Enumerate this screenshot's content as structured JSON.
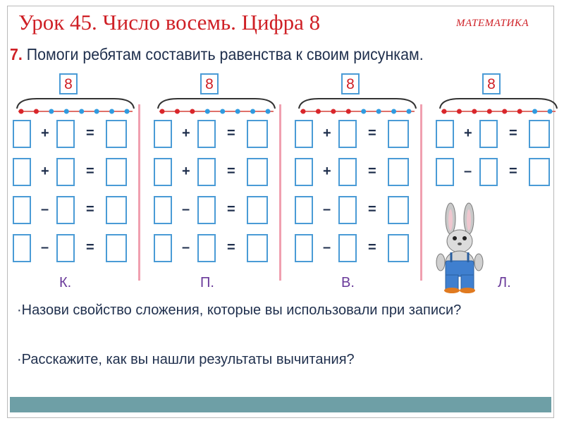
{
  "header": {
    "title": "Урок 45. Число восемь. Цифра 8",
    "subject": "МАТЕМАТИКА"
  },
  "task": {
    "number": "7.",
    "text": "Помоги ребятам составить равенства к своим  рисункам."
  },
  "groups": [
    {
      "total": "8",
      "label": "К.",
      "beads": [
        "red",
        "red",
        "blue",
        "blue",
        "blue",
        "blue",
        "blue",
        "blue"
      ]
    },
    {
      "total": "8",
      "label": "П.",
      "beads": [
        "red",
        "red",
        "red",
        "blue",
        "blue",
        "blue",
        "blue",
        "blue"
      ]
    },
    {
      "total": "8",
      "label": "В.",
      "beads": [
        "red",
        "red",
        "red",
        "red",
        "blue",
        "blue",
        "blue",
        "blue"
      ]
    },
    {
      "total": "8",
      "label": "Л.",
      "beads": [
        "red",
        "red",
        "red",
        "red",
        "red",
        "red",
        "blue",
        "blue"
      ]
    }
  ],
  "symbols": {
    "plus": "+",
    "minus": "–",
    "equals": "="
  },
  "questions": [
    "·Назови свойство сложения, которые вы использовали при записи?",
    "·Расскажите, как вы нашли результаты вычитания?"
  ],
  "colors": {
    "accent_red": "#cf2026",
    "box_border": "#4a9bd6",
    "bead_blue": "#2f9be0",
    "label_purple": "#6a3a9a",
    "footer_bar": "#6e9fa6"
  },
  "icons": {
    "mascot": "bunny-mascot-icon"
  }
}
